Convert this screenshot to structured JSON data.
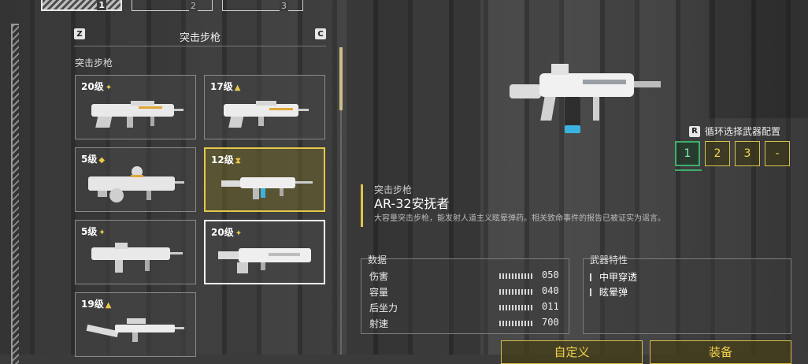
{
  "slot_tabs": [
    "1",
    "2",
    "3"
  ],
  "category": {
    "prev_key": "Z",
    "next_key": "C",
    "title": "突击步枪",
    "section_label": "突击步枪"
  },
  "weapons": [
    {
      "level": "20级",
      "tier_icon": "star-icon",
      "tier": "✦"
    },
    {
      "level": "17级",
      "tier_icon": "chevron-up-icon",
      "tier": "▲"
    },
    {
      "level": "5级",
      "tier_icon": "diamond-icon",
      "tier": "◆"
    },
    {
      "level": "12级",
      "tier_icon": "hourglass-icon",
      "tier": "⧗"
    },
    {
      "level": "5级",
      "tier_icon": "star-icon",
      "tier": "✦"
    },
    {
      "level": "20级",
      "tier_icon": "star-icon",
      "tier": "✦"
    },
    {
      "level": "19级",
      "tier_icon": "chevron-up-icon",
      "tier": "▲"
    }
  ],
  "config": {
    "key": "R",
    "label": "循环选择武器配置",
    "options": [
      "1",
      "2",
      "3",
      "-"
    ]
  },
  "weapon_info": {
    "category": "突击步枪",
    "name": "AR-32安抚者",
    "description": "大容量突击步枪，能发射人道主义眩晕弹药。相关致命事件的报告已被证实为谣言。"
  },
  "stats": {
    "title": "数据",
    "rows": [
      {
        "label": "伤害",
        "value": "050"
      },
      {
        "label": "容量",
        "value": "040"
      },
      {
        "label": "后坐力",
        "value": "011"
      },
      {
        "label": "射速",
        "value": "700"
      }
    ]
  },
  "traits": {
    "title": "武器特性",
    "items": [
      "中甲穿透",
      "眩晕弹"
    ]
  },
  "buttons": {
    "customize": "自定义",
    "equip": "装备"
  },
  "colors": {
    "accent_yellow": "#e1c44a",
    "active_green": "#3fae6c"
  }
}
